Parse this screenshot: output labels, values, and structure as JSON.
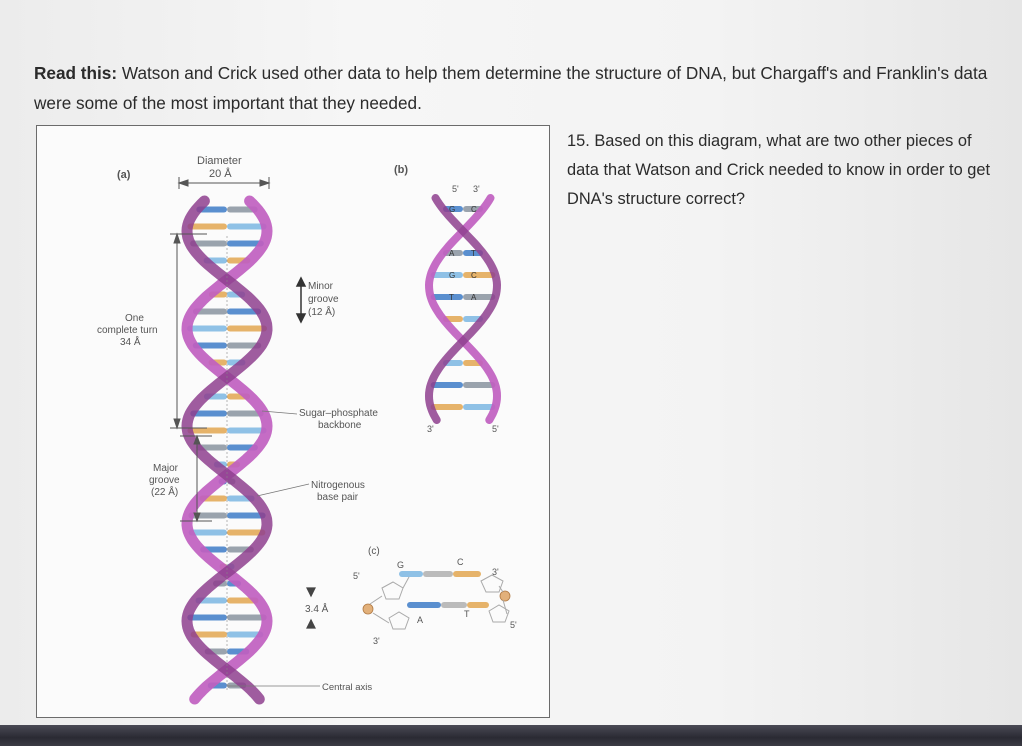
{
  "intro": {
    "lead": "Read this:",
    "text": " Watson and Crick used other data to help them determine the structure of DNA, but Chargaff's and Franklin's data were some of the most important that they needed."
  },
  "question": {
    "text": "15. Based on this diagram, what are two other pieces of data that Watson and Crick needed to know in order to get DNA's structure correct?"
  },
  "figure": {
    "panel_a_label": "(a)",
    "panel_b_label": "(b)",
    "panel_c_label": "(c)",
    "diameter_label": "Diameter",
    "diameter_value": "20 Å",
    "minor_groove_1": "Minor",
    "minor_groove_2": "groove",
    "minor_groove_3": "(12 Å)",
    "turn_1": "One",
    "turn_2": "complete turn",
    "turn_3": "34 Å",
    "backbone_1": "Sugar–phosphate",
    "backbone_2": "backbone",
    "major_groove_1": "Major",
    "major_groove_2": "groove",
    "major_groove_3": "(22 Å)",
    "base_pair_1": "Nitrogenous",
    "base_pair_2": "base pair",
    "rise": "3.4 Å",
    "central_axis": "Central axis",
    "b_top_5": "5'",
    "b_top_3": "3'",
    "b_bottom_3": "3'",
    "b_bottom_5": "5'",
    "pairs_b": [
      "G",
      "C",
      "T",
      "A",
      "A",
      "T",
      "G",
      "C",
      "T",
      "A"
    ],
    "c_5_left": "5'",
    "c_3_bottom": "3'",
    "c_3_right": "3'",
    "c_5_right": "5'",
    "c_G": "G",
    "c_C": "C",
    "c_A": "A",
    "c_T": "T"
  },
  "colors": {
    "strand": "#c060c0",
    "strand_dark": "#8e3f8e",
    "base_blue": "#5a8fcf",
    "base_tan": "#e6b36a",
    "base_grey": "#9aa3ad",
    "base_lightblue": "#8fc1e6"
  }
}
